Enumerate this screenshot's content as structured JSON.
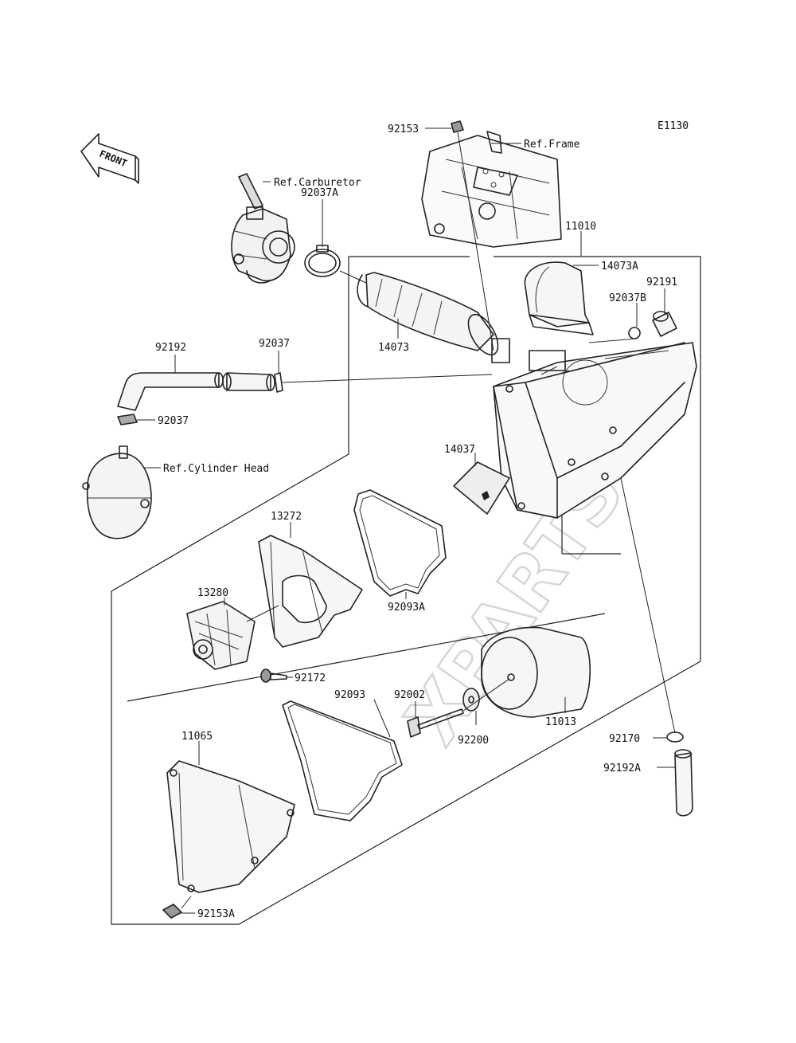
{
  "diagram_code": "E1130",
  "front_arrow_text": "FRONT",
  "watermark": "XPARTS",
  "refs": {
    "carburetor": "Ref.Carburetor",
    "frame": "Ref.Frame",
    "cylinder_head": "Ref.Cylinder Head"
  },
  "parts": {
    "p92153": "92153",
    "p11010": "11010",
    "p92037A": "92037A",
    "p14073A": "14073A",
    "p92191": "92191",
    "p92037B": "92037B",
    "p14073": "14073",
    "p92192": "92192",
    "p92037": "92037",
    "p92037b2": "92037",
    "p14037": "14037",
    "p13272": "13272",
    "p13280": "13280",
    "p92093A": "92093A",
    "p92172": "92172",
    "p92093": "92093",
    "p92002": "92002",
    "p92200": "92200",
    "p11013": "11013",
    "p11065": "11065",
    "p92170": "92170",
    "p92192A": "92192A",
    "p92153A": "92153A"
  }
}
